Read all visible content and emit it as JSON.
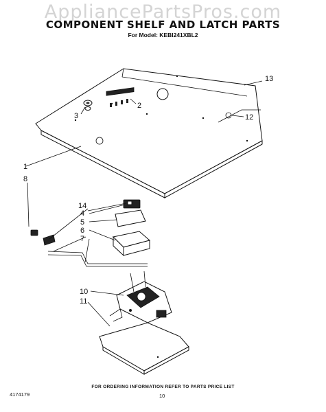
{
  "watermark": "AppliancePartsPros.com",
  "title": "COMPONENT SHELF AND LATCH PARTS",
  "subtitle": "For Model: KEBI241XBL2",
  "footer_note": "FOR ORDERING INFORMATION REFER TO PARTS PRICE LIST",
  "doc_number": "4174179",
  "page_number": "10",
  "callouts": [
    "13",
    "2",
    "3",
    "12",
    "1",
    "8",
    "14",
    "4",
    "5",
    "6",
    "7",
    "10",
    "11"
  ]
}
